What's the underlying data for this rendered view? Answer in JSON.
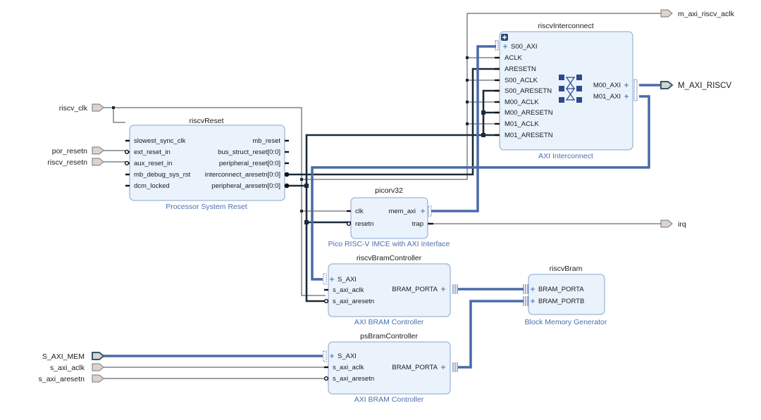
{
  "external_ports": {
    "riscv_clk": "riscv_clk",
    "por_resetn": "por_resetn",
    "riscv_resetn": "riscv_resetn",
    "S_AXI_MEM": "S_AXI_MEM",
    "s_axi_aclk": "s_axi_aclk",
    "s_axi_aresetn": "s_axi_aresetn",
    "m_axi_riscv_aclk": "m_axi_riscv_aclk",
    "M_AXI_RISCV": "M_AXI_RISCV",
    "irq": "irq"
  },
  "blocks": {
    "riscvReset": {
      "name": "riscvReset",
      "type": "Processor System Reset",
      "inputs": [
        "slowest_sync_clk",
        "ext_reset_in",
        "aux_reset_in",
        "mb_debug_sys_rst",
        "dcm_locked"
      ],
      "outputs": [
        "mb_reset",
        "bus_struct_reset[0:0]",
        "peripheral_reset[0:0]",
        "interconnect_aresetn[0:0]",
        "peripheral_aresetn[0:0]"
      ]
    },
    "riscvInterconnect": {
      "name": "riscvInterconnect",
      "type": "AXI Interconnect",
      "inputs": [
        "S00_AXI",
        "ACLK",
        "ARESETN",
        "S00_ACLK",
        "S00_ARESETN",
        "M00_ACLK",
        "M00_ARESETN",
        "M01_ACLK",
        "M01_ARESETN"
      ],
      "outputs": [
        "M00_AXI",
        "M01_AXI"
      ]
    },
    "picorv32": {
      "name": "picorv32",
      "type": "Pico RISC-V IMCE with AXI Interface",
      "inputs": [
        "clk",
        "resetn"
      ],
      "outputs": [
        "mem_axi",
        "trap"
      ]
    },
    "riscvBramController": {
      "name": "riscvBramController",
      "type": "AXI BRAM Controller",
      "inputs": [
        "S_AXI",
        "s_axi_aclk",
        "s_axi_aresetn"
      ],
      "outputs": [
        "BRAM_PORTA"
      ]
    },
    "riscvBram": {
      "name": "riscvBram",
      "type": "Block Memory Generator",
      "inputs": [
        "BRAM_PORTA",
        "BRAM_PORTB"
      ]
    },
    "psBramController": {
      "name": "psBramController",
      "type": "AXI BRAM Controller",
      "inputs": [
        "S_AXI",
        "s_axi_aclk",
        "s_axi_aresetn"
      ],
      "outputs": [
        "BRAM_PORTA"
      ]
    }
  },
  "colors": {
    "block_fill": "#eaf2fc",
    "block_border": "#8aa4cc",
    "bus": "#4a6aa8",
    "subtitle": "#4a6fb0",
    "wire": "#1b2a3a"
  }
}
